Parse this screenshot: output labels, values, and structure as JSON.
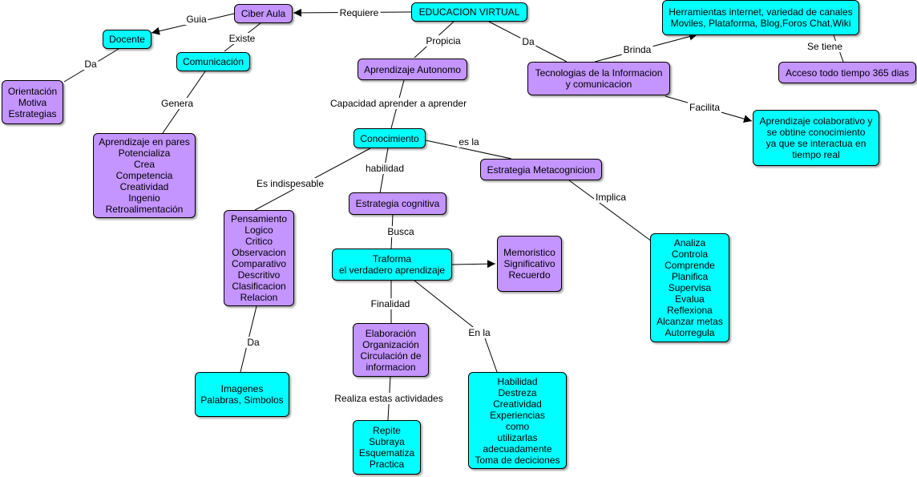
{
  "colors": {
    "cyan": "#00ffff",
    "purple": "#c494ff",
    "line": "#000000"
  },
  "nodes": {
    "educacion": "EDUCACION VIRTUAL",
    "ciber_aula": "Ciber Aula",
    "docente": "Docente",
    "comunicacion": "Comunicación",
    "orientacion": "Orientación\nMotiva\nEstrategias",
    "aprendizaje_pares": "Aprendizaje en pares\nPotencializa\nCrea\nCompetencia\nCreatividad\nIngenio\nRetroalimentación",
    "aprendizaje_autonomo": "Aprendizaje Autonomo",
    "conocimiento": "Conocimiento",
    "estrategia_cognitiva": "Estrategia cognitiva",
    "estrategia_metacognicion": "Estrategia Metacognicion",
    "tecnologias": "Tecnologias de la Informacion\ny comunicacion",
    "herramientas": "Herramientas internet, variedad de canales\nMoviles, Plataforma, Blog,Foros Chat,Wiki",
    "acceso": "Acceso todo tiempo 365 dias",
    "colaborativo": "Aprendizaje colaborativo y\nse obtine conocimiento\nya que se interactua en\ntiempo real",
    "pensamiento": "Pensamiento\nLogico\nCritico\nObservacion\nComparativo\nDescritivo\nClasificacion\nRelacion",
    "imagenes": "Imagenes\nPalabras, Simbolos",
    "traforma": "Traforma\nel verdadero aprendizaje",
    "memoristico": "Memoristico\nSignificativo\nRecuerdo",
    "elaboracion": "Elaboración\nOrganización\nCirculación de\ninformacion",
    "repite": "Repite\nSubraya\nEsquematiza\nPractica",
    "habilidad_box": "Habilidad\nDestreza\nCreatividad\nExperiencias\ncomo\nutilizarlas\nadecuadamente\nToma de deciciones",
    "analiza": "Analiza\nControla\nComprende\nPlanifica\nSupervisa\nEvalua\nReflexiona\nAlcanzar metas\nAutorregula"
  },
  "links": {
    "requiere": "Requiere",
    "guia": "Guia",
    "existe": "Existe",
    "da_docente": "Da",
    "genera": "Genera",
    "propicia": "Propicia",
    "da_tic": "Da",
    "brinda": "Brinda",
    "se_tiene": "Se tiene",
    "facilita": "Facilita",
    "capacidad": "Capacidad aprender a aprender",
    "es_la": "es la",
    "habilidad": "habilidad",
    "es_indispesable": "Es indispesable",
    "busca": "Busca",
    "implica": "Implica",
    "da_pensamiento": "Da",
    "finalidad": "Finalidad",
    "en_la": "En la",
    "realiza": "Realiza estas actividades"
  }
}
